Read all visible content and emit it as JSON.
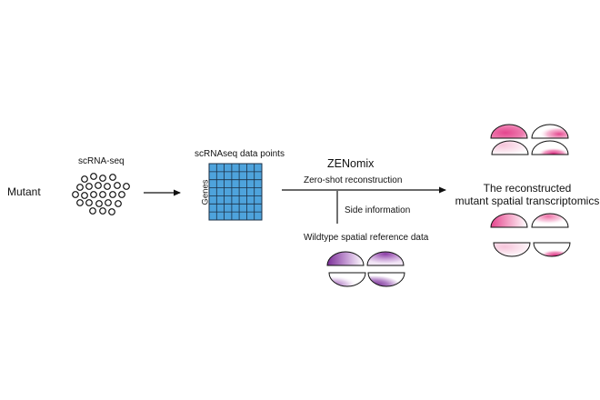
{
  "labels": {
    "mutant": "Mutant",
    "scrna_seq": "scRNA-seq",
    "data_points": "scRNAseq data points",
    "genes": "Genes",
    "method": "ZENomix",
    "zero_shot": "Zero-shot reconstruction",
    "side_info": "Side information",
    "wildtype": "Wildtype spatial reference data",
    "result_line1": "The reconstructed",
    "result_line2": "mutant spatial transcriptomics"
  },
  "colors": {
    "grid_fill": "#4ea3dc",
    "grid_line": "#1b2f45",
    "magenta": "#e5458e",
    "purple": "#7b2f97",
    "ink": "#111111"
  }
}
